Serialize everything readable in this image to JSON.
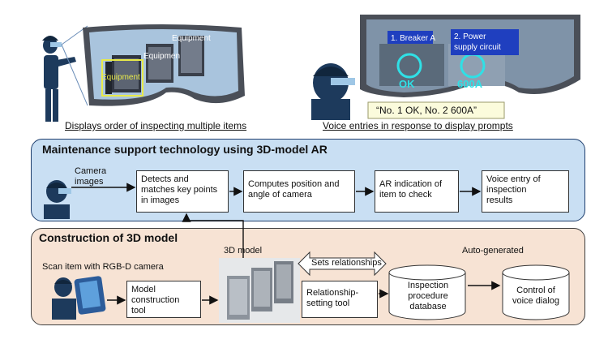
{
  "top_left": {
    "overlay_labels": [
      "Equipment",
      "Equipmen",
      "Equipment"
    ],
    "caption": "Displays order of inspecting multiple items"
  },
  "top_right": {
    "tag1": "1. Breaker A",
    "tag2_line1": "2. Power",
    "tag2_line2": "supply circuit",
    "reading1": "OK",
    "reading2": "600A",
    "voice_bubble": "“No. 1 OK, No. 2 600A”",
    "caption": "Voice entries in response to display prompts"
  },
  "ar_panel": {
    "title": "Maintenance support technology using 3D-model AR",
    "camera_label_line1": "Camera",
    "camera_label_line2": "images",
    "steps": [
      [
        "Detects and",
        "matches key points",
        "in images"
      ],
      [
        "Computes position and",
        "angle of camera"
      ],
      [
        "AR indication of",
        "item to check"
      ],
      [
        "Voice entry of",
        "inspection",
        "results"
      ]
    ]
  },
  "model_panel": {
    "title": "Construction of 3D model",
    "scan_label": "Scan item with RGB-D camera",
    "model_tool": [
      "Model",
      "construction",
      "tool"
    ],
    "model_label": "3D model",
    "sets_relationships": "Sets relationships",
    "relationship_tool": [
      "Relationship-",
      "setting tool"
    ],
    "database": [
      "Inspection",
      "procedure",
      "database"
    ],
    "auto_generated": "Auto-generated",
    "voice_dialog": [
      "Control of",
      "voice dialog"
    ]
  },
  "colors": {
    "ar_panel_bg": "#c9dff3",
    "model_panel_bg": "#f7e3d4",
    "goggle_frame": "#4a4f58",
    "ar_highlight": "#2fe0e6",
    "label_yellow": "#e8ea4a",
    "tag_blue": "#1f3fbf"
  },
  "icons": [
    "worker-with-headset-icon",
    "smart-glasses-view-icon",
    "equipment-cabinet-icon",
    "rgbd-camera-icon",
    "database-cylinder-icon"
  ]
}
